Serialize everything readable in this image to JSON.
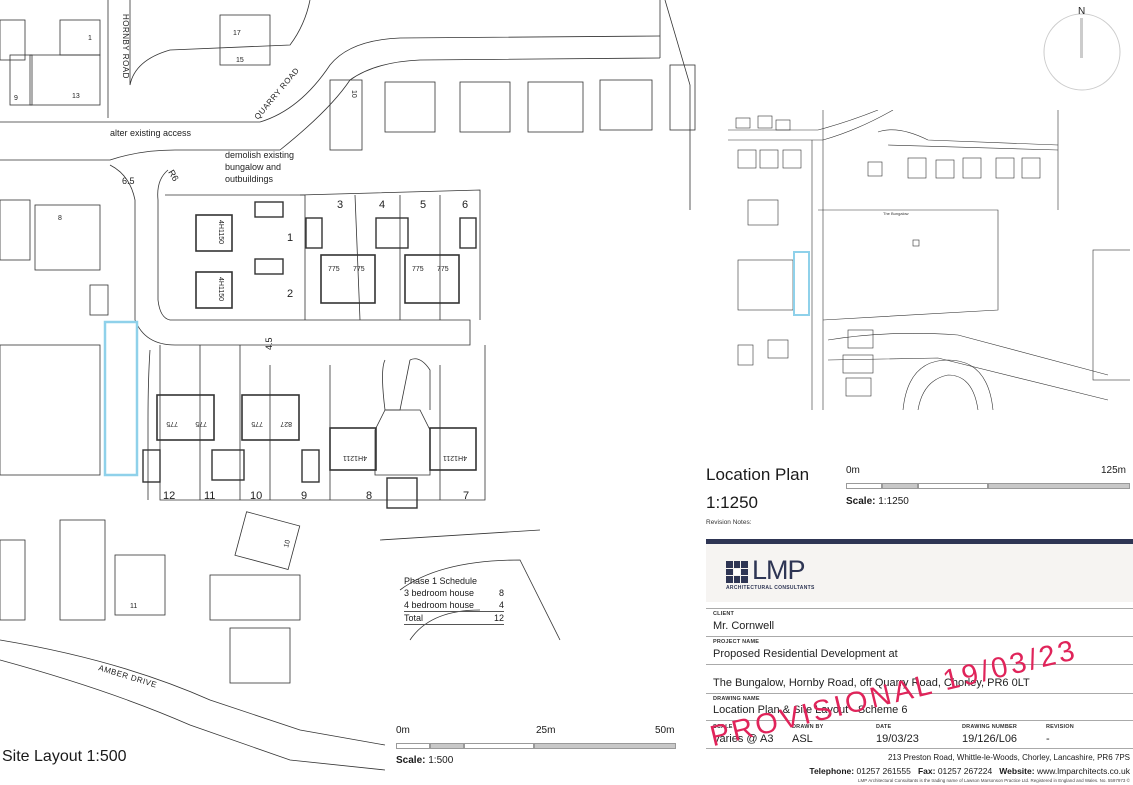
{
  "site_plan": {
    "roads": {
      "hornby_road": "HORNBY ROAD",
      "quarry_road": "QUARRY ROAD",
      "amber_drive": "AMBER DRIVE"
    },
    "annotations": {
      "alter_access": "alter existing access",
      "demolish": [
        "demolish existing",
        "bungalow and",
        "outbuildings"
      ],
      "dim_65": "6.5",
      "dim_r6": "R6",
      "dim_45": "4.5"
    },
    "neighbour_numbers": [
      "17",
      "15",
      "10",
      "9",
      "13",
      "1",
      "8",
      "10",
      "11"
    ],
    "plots": [
      "1",
      "2",
      "3",
      "4",
      "5",
      "6",
      "7",
      "8",
      "9",
      "10",
      "11",
      "12"
    ],
    "house_types": {
      "ht_4h1150": "4H1150",
      "ht_775": "775",
      "ht_827": "827",
      "ht_4h1211": "4H1211"
    },
    "schedule": {
      "title": "Phase 1 Schedule",
      "rows": [
        {
          "label": "3 bedroom house",
          "value": "8"
        },
        {
          "label": "4 bedroom house",
          "value": "4"
        },
        {
          "label": "Total",
          "value": "12"
        }
      ]
    },
    "title": "Site Layout 1:500",
    "scale": {
      "labels": [
        "0m",
        "25m",
        "50m"
      ],
      "caption_label": "Scale:",
      "caption_value": "1:500"
    }
  },
  "location_plan": {
    "title": "Location Plan",
    "scale_ratio": "1:1250",
    "scale": {
      "labels": [
        "0m",
        "125m"
      ],
      "caption_label": "Scale:",
      "caption_value": "1:1250"
    },
    "north": "N",
    "revision_notes": "Revision Notes:",
    "label_tb": "The Bungalow"
  },
  "title_block": {
    "logo": {
      "text": "LMP",
      "tagline": "ARCHITECTURAL CONSULTANTS"
    },
    "client_label": "CLIENT",
    "client": "Mr. Cornwell",
    "project_label": "PROJECT NAME",
    "project": "Proposed Residential Development at",
    "address": "The Bungalow, Hornby Road, off Quarry Road, Chorley, PR6 0LT",
    "drawing_label": "DRAWING NAME",
    "drawing": "Location Plan & Site Layout  -  Scheme 6",
    "fields": [
      {
        "label": "SCALE",
        "value": "Varies @ A3"
      },
      {
        "label": "DRAWN BY",
        "value": "ASL"
      },
      {
        "label": "DATE",
        "value": "19/03/23"
      },
      {
        "label": "DRAWING NUMBER",
        "value": "19/126/L06"
      },
      {
        "label": "REVISION",
        "value": "-"
      }
    ],
    "company_address": "213 Preston Road, Whittle-le-Woods, Chorley, Lancashire, PR6 7PS",
    "telephone_label": "Telephone:",
    "telephone": "01257 261555",
    "fax_label": "Fax:",
    "fax": "01257 267224",
    "website_label": "Website:",
    "website": "www.lmparchitects.co.uk",
    "footer_note": "LMP Architectural Consultants is the trading name of Lawson Marsonson Practice Ltd. Registered in England and Wales. No. 5597973 ©"
  },
  "stamp": "PROVISIONAL 19/03/23",
  "colors": {
    "red_line": "#8fd1ea",
    "provisional": "#e0245a",
    "title_band": "#2e3554",
    "bar_grey": "#c8c8c8"
  }
}
